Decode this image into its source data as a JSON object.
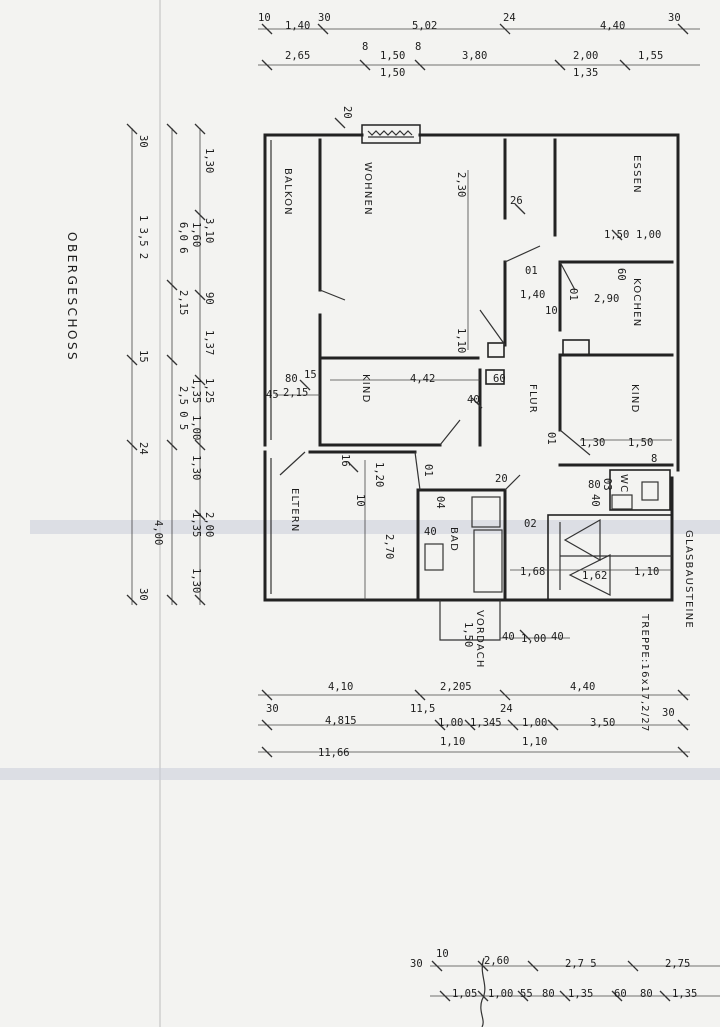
{
  "title": "OBERGESCHOSS",
  "rooms": {
    "balkon": "BALKON",
    "wohnen": "WOHNEN",
    "essen": "ESSEN",
    "kochen": "KOCHEN",
    "kind1": "KIND",
    "kind2": "KIND",
    "flur": "FLUR",
    "eltern": "ELTERN",
    "bad": "BAD",
    "wc": "WC",
    "vordach": "VORDACH",
    "glasbausteine": "GLASBAUSTEINE",
    "treppe": "TREPPE:16x17,2/27"
  },
  "top_dims": {
    "row1": [
      "10",
      "1,40",
      "30",
      "5,02",
      "24",
      "4,40",
      "30"
    ],
    "row2": [
      "2,65",
      "8",
      "1,50",
      "8",
      "3,80",
      "2,00",
      "1,55"
    ],
    "row3": [
      "1,50",
      "1,35"
    ]
  },
  "left_dims": {
    "outer": [
      "30",
      "1 3,5 2",
      "15",
      "24",
      "30"
    ],
    "mid": [
      "1,30",
      "3,10",
      "1,60",
      "6,0 6",
      "2,15",
      "90",
      "1,37",
      "1,25",
      "1,35",
      "2,5 0 5",
      "1,00",
      "1,30",
      "4,00",
      "2,00",
      "1,35",
      "1,30"
    ]
  },
  "bottom_dims": {
    "row1": [
      "4,10",
      "2,205",
      "4,40"
    ],
    "row2": [
      "30",
      "11,5",
      "24",
      "30"
    ],
    "row3": [
      "4,815",
      "1,00",
      "1,345",
      "1,00",
      "3,50"
    ],
    "row4": [
      "1,10",
      "1,10"
    ],
    "total": "11,66"
  },
  "interior_dims": [
    "20",
    "2,30",
    "26",
    "1,50",
    "1,00",
    "60",
    "01",
    "1,40",
    "10",
    "2,90",
    "1,10",
    "01",
    "4,42",
    "60",
    "40",
    "1,30",
    "1,50",
    "01",
    "45",
    "80",
    "15",
    "2,15",
    "1,20",
    "01",
    "16",
    "10",
    "20",
    "8",
    "80",
    "40",
    "03",
    "04",
    "40",
    "2,70",
    "02",
    "1,68",
    "1,62",
    "1,10",
    "1,50",
    "40",
    "1,00",
    "40"
  ],
  "footer_dims": {
    "row1": [
      "30",
      "10",
      "2,60",
      "2,7 5",
      "2,75"
    ],
    "row2": [
      "1,05",
      "1,00",
      "55",
      "80",
      "1,35",
      "60",
      "80",
      "1,35"
    ]
  }
}
